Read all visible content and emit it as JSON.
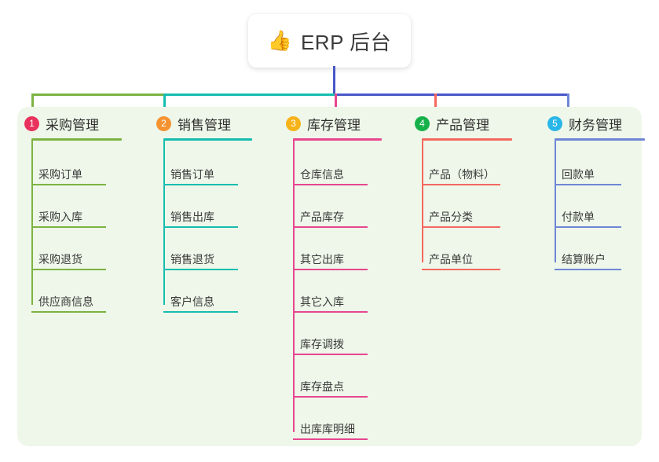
{
  "root": {
    "icon": "thumbs-up-icon",
    "icon_glyph": "👍",
    "title": "ERP 后台"
  },
  "palette": {
    "panel_bg": "#eef7e9",
    "trunk_green": "#7cb342",
    "trunk_teal": "#15bdb0",
    "trunk_blue": "#4a57c8",
    "drop_pink": "#e8468f",
    "drop_coral": "#f4685f"
  },
  "columns": [
    {
      "number": "1",
      "title": "采购管理",
      "badge_color": "#e8315c",
      "line_color": "#7cb342",
      "items": [
        "采购订单",
        "采购入库",
        "采购退货",
        "供应商信息"
      ]
    },
    {
      "number": "2",
      "title": "销售管理",
      "badge_color": "#f59331",
      "line_color": "#15bdb0",
      "items": [
        "销售订单",
        "销售出库",
        "销售退货",
        "客户信息"
      ]
    },
    {
      "number": "3",
      "title": "库存管理",
      "badge_color": "#f6b319",
      "line_color": "#e8468f",
      "items": [
        "仓库信息",
        "产品库存",
        "其它出库",
        "其它入库",
        "库存调拨",
        "库存盘点",
        "出库库明细"
      ]
    },
    {
      "number": "4",
      "title": "产品管理",
      "badge_color": "#16b14b",
      "line_color": "#f4685f",
      "items": [
        "产品（物料）",
        "产品分类",
        "产品单位"
      ]
    },
    {
      "number": "5",
      "title": "财务管理",
      "badge_color": "#29b6e8",
      "line_color": "#6f86d6",
      "items": [
        "回款单",
        "付款单",
        "结算账户"
      ]
    }
  ]
}
